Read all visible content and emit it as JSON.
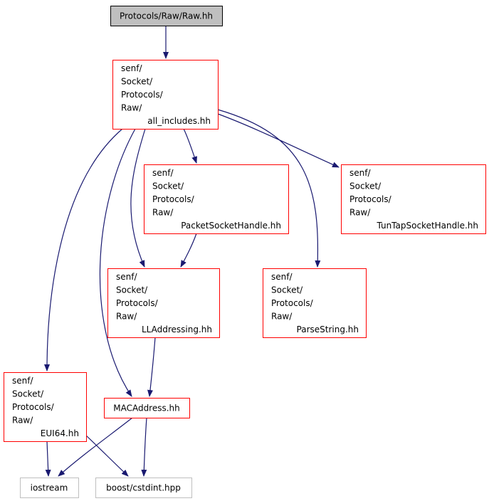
{
  "colors": {
    "root_fill": "#bfbfbf",
    "root_border": "#000000",
    "documented_border": "#ff0000",
    "undocumented_border": "#bfbfbf",
    "edge": "#191970",
    "background": "#ffffff"
  },
  "nodes": [
    {
      "id": "raw_hh",
      "lines": [
        "Protocols/Raw/Raw.hh"
      ]
    },
    {
      "id": "all_includes",
      "lines": [
        "senf/",
        "Socket/",
        "Protocols/",
        "Raw/",
        "all_includes.hh"
      ]
    },
    {
      "id": "packet_socket_handle",
      "lines": [
        "senf/",
        "Socket/",
        "Protocols/",
        "Raw/",
        "PacketSocketHandle.hh"
      ]
    },
    {
      "id": "tuntap_socket_handle",
      "lines": [
        "senf/",
        "Socket/",
        "Protocols/",
        "Raw/",
        "TunTapSocketHandle.hh"
      ]
    },
    {
      "id": "ll_addressing",
      "lines": [
        "senf/",
        "Socket/",
        "Protocols/",
        "Raw/",
        "LLAddressing.hh"
      ]
    },
    {
      "id": "parse_string",
      "lines": [
        "senf/",
        "Socket/",
        "Protocols/",
        "Raw/",
        "ParseString.hh"
      ]
    },
    {
      "id": "eui64",
      "lines": [
        "senf/",
        "Socket/",
        "Protocols/",
        "Raw/",
        "EUI64.hh"
      ]
    },
    {
      "id": "mac_address",
      "lines": [
        "MACAddress.hh"
      ]
    },
    {
      "id": "iostream",
      "lines": [
        "iostream"
      ]
    },
    {
      "id": "cstdint",
      "lines": [
        "boost/cstdint.hpp"
      ]
    }
  ],
  "edges": [
    {
      "from": "raw_hh",
      "to": "all_includes"
    },
    {
      "from": "all_includes",
      "to": "packet_socket_handle"
    },
    {
      "from": "all_includes",
      "to": "tuntap_socket_handle"
    },
    {
      "from": "all_includes",
      "to": "ll_addressing"
    },
    {
      "from": "all_includes",
      "to": "parse_string"
    },
    {
      "from": "all_includes",
      "to": "eui64"
    },
    {
      "from": "all_includes",
      "to": "mac_address"
    },
    {
      "from": "packet_socket_handle",
      "to": "ll_addressing"
    },
    {
      "from": "ll_addressing",
      "to": "mac_address"
    },
    {
      "from": "eui64",
      "to": "iostream"
    },
    {
      "from": "eui64",
      "to": "cstdint"
    },
    {
      "from": "mac_address",
      "to": "iostream"
    },
    {
      "from": "mac_address",
      "to": "cstdint"
    }
  ]
}
